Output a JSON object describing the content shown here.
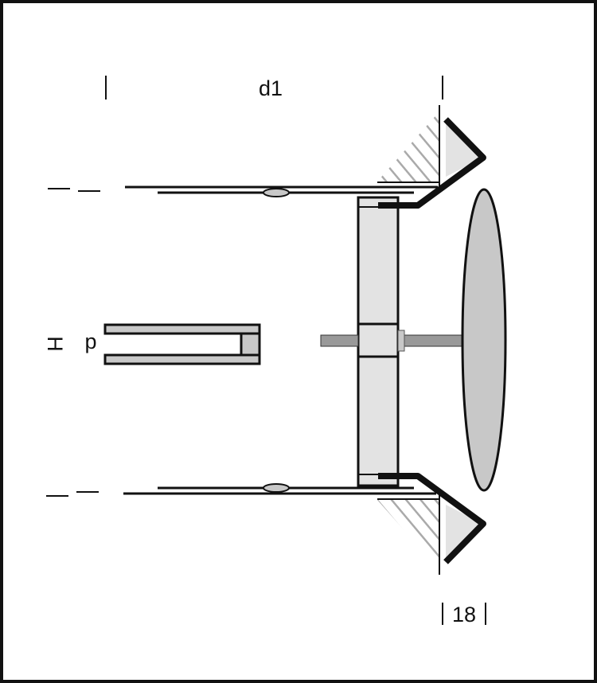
{
  "labels": {
    "d1": "d1",
    "H": "H",
    "p": "p",
    "dim_18": "18"
  },
  "colors": {
    "stroke": "#111111",
    "fill_light": "#e3e3e3",
    "fill_mid": "#c8c8c8",
    "hatch": "#aaaaaa"
  }
}
